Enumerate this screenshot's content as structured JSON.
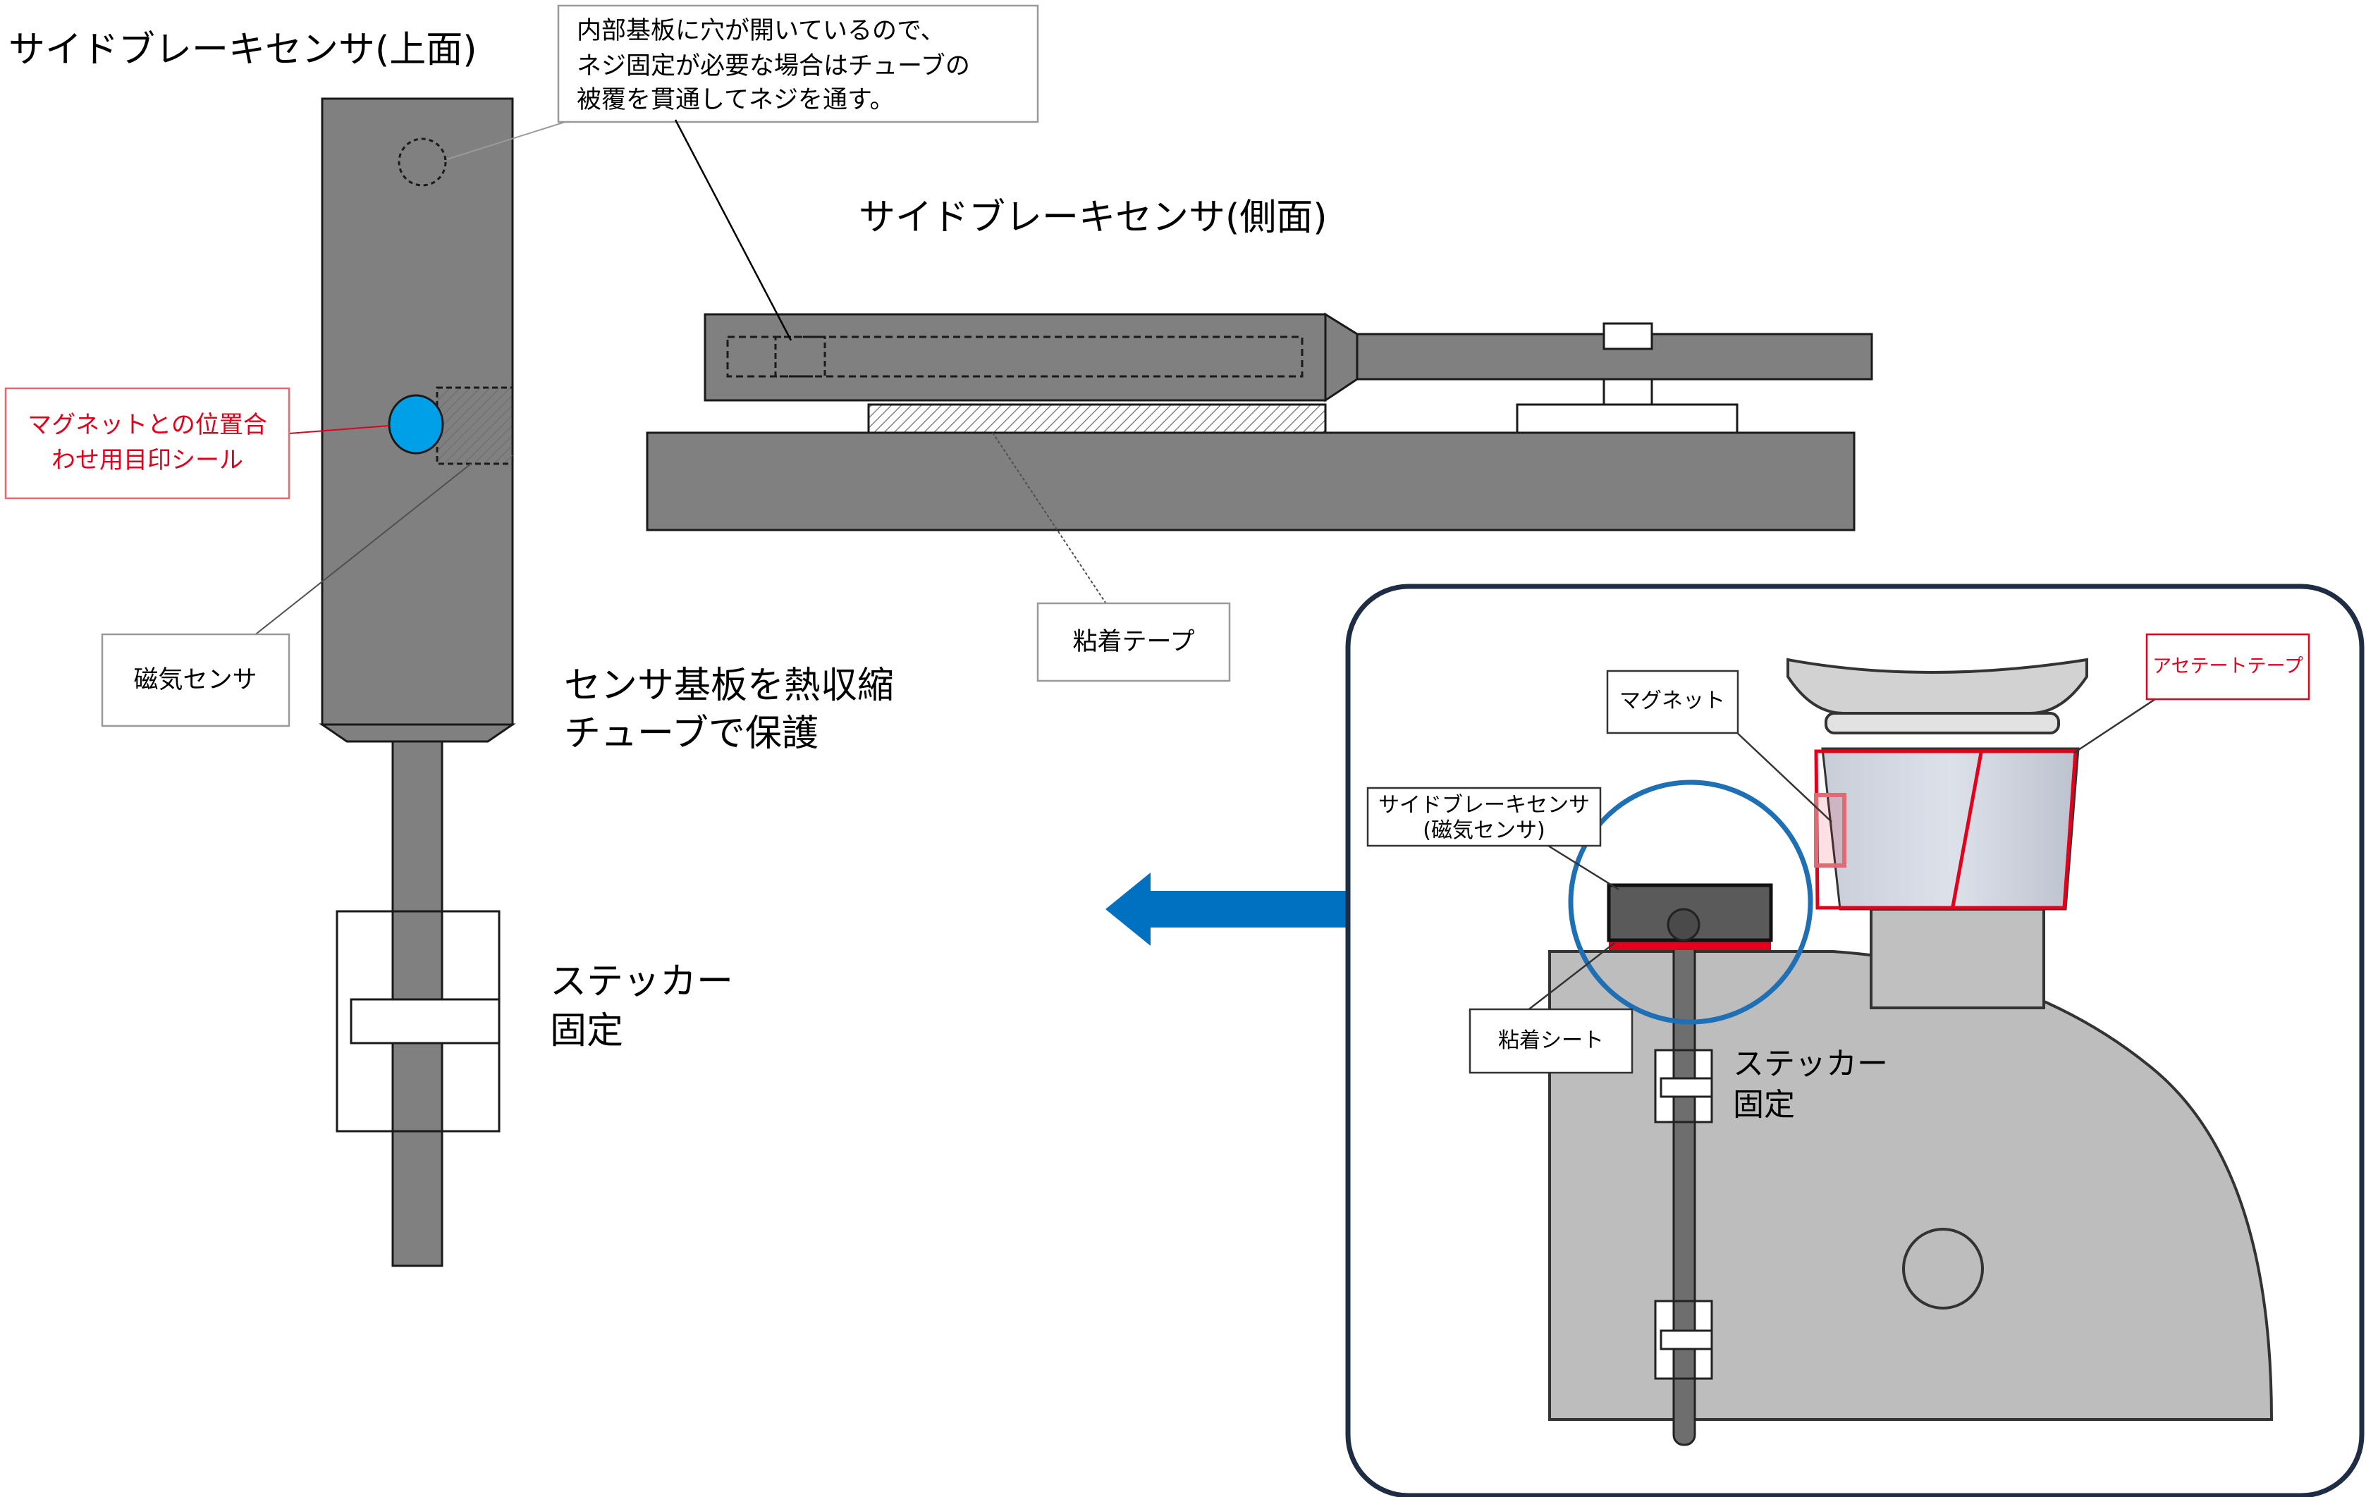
{
  "title_top_view": "サイドブレーキセンサ(上面)",
  "title_side_view": "サイドブレーキセンサ(側面)",
  "callout_screw_hole": [
    "内部基板に穴が開いているので、",
    "ネジ固定が必要な場合はチューブの",
    "被覆を貫通してネジを通す。"
  ],
  "callout_magnet_mark": [
    "マグネットとの位置合",
    "わせ用目印シール"
  ],
  "callout_magnetic_sensor": "磁気センサ",
  "callout_adhesive_tape": "粘着テープ",
  "note_heat_shrink": [
    "センサ基板を熱収縮",
    "チューブで保護"
  ],
  "note_sticker_fix": [
    "ステッカー",
    "固定"
  ],
  "inset": {
    "label_magnet": "マグネット",
    "label_acetate_tape": "アセテートテープ",
    "label_sensor": [
      "サイドブレーキセンサ",
      "(磁気センサ)"
    ],
    "label_adhesive_sheet": "粘着シート",
    "note_sticker_fix": [
      "ステッカー",
      "固定"
    ]
  },
  "colors": {
    "sensor_body": "#808080",
    "magnet_mark": "#00a0e9",
    "arrow": "#0070c0",
    "highlight_circle": "#1f6fb5",
    "red_accent": "#e3001b",
    "inset_frame": "#1f2d44"
  }
}
